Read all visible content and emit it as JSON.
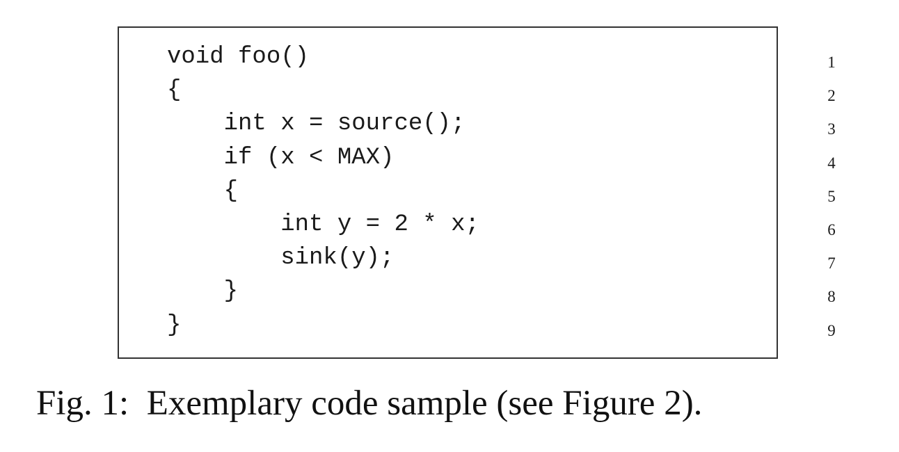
{
  "figure": {
    "code_lines": [
      "void foo()",
      "{",
      "    int x = source();",
      "    if (x < MAX)",
      "    {",
      "        int y = 2 * x;",
      "        sink(y);",
      "    }",
      "}"
    ],
    "line_numbers": [
      "1",
      "2",
      "3",
      "4",
      "5",
      "6",
      "7",
      "8",
      "9"
    ],
    "caption": {
      "label": "Fig. 1:",
      "text": "Exemplary code sample (see Figure 2)."
    }
  }
}
